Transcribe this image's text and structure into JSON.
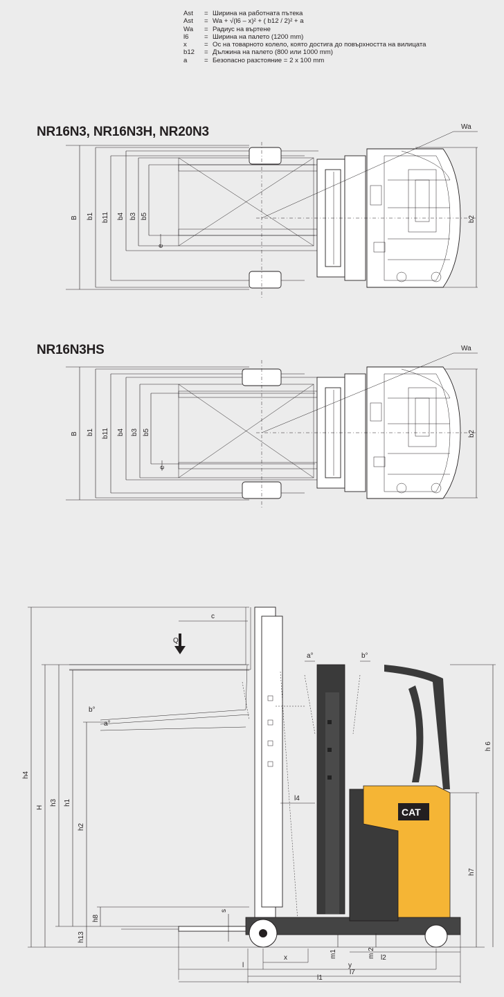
{
  "legend": [
    {
      "key": "Ast",
      "sep": "=",
      "text": "Ширина на работната пътека"
    },
    {
      "key": "Ast",
      "sep": "=",
      "text": "Wa + √(l6 – x)² + ( b12 / 2)² + a"
    },
    {
      "key": "Wa",
      "sep": "=",
      "text": "Радиус на въртене"
    },
    {
      "key": "l6",
      "sep": "=",
      "text": "Ширина на палето (1200 mm)"
    },
    {
      "key": "x",
      "sep": "=",
      "text": "Ос на товарното колело, която достига до повърхността на вилицата"
    },
    {
      "key": "b12",
      "sep": "=",
      "text": "Дължина на палето (800 или 1000 mm)"
    },
    {
      "key": "a",
      "sep": "=",
      "text": "Безопасно разстояние = 2 x 100 mm"
    }
  ],
  "top_view_1": {
    "title": "NR16N3, NR16N3H, NR20N3",
    "labels": {
      "Wa": "Wa",
      "B": "B",
      "b1": "b1",
      "b11": "b11",
      "b4": "b4",
      "b3": "b3",
      "b5": "b5",
      "e": "e",
      "b2": "b2"
    }
  },
  "top_view_2": {
    "title": "NR16N3HS",
    "labels": {
      "Wa": "Wa",
      "B": "B",
      "b1": "b1",
      "b11": "b11",
      "b4": "b4",
      "b3": "b3",
      "b5": "b5",
      "e": "e",
      "b2": "b2"
    }
  },
  "side_view": {
    "labels": {
      "h4": "h4",
      "H": "H",
      "h3": "h3",
      "h1": "h1",
      "h2": "h2",
      "h13": "h13",
      "h8": "h8",
      "c": "c",
      "Q": "Q",
      "a_deg": "a°",
      "b_deg": "b°",
      "b_deg_fork": "b°",
      "a_deg_fork": "a°",
      "l4": "l4",
      "s": "s",
      "m1": "m1",
      "m2": "m 2",
      "l2": "l2",
      "x": "x",
      "y": "y",
      "l7": "l7",
      "l": "l",
      "l1": "l1",
      "h6": "h 6",
      "h7": "h7"
    },
    "brand": "CAT"
  },
  "colors": {
    "frame": "#ececec",
    "ink": "#231f20",
    "cat_yellow": "#f5b535",
    "body_dark": "#3a3a3a"
  }
}
